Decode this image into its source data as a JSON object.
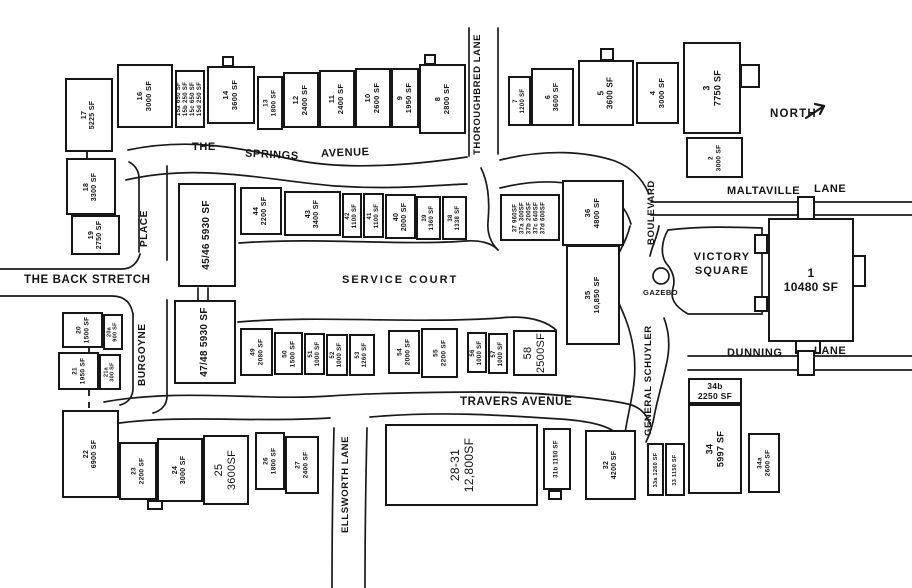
{
  "page": {
    "background": "#ffffff",
    "ink": "#161616",
    "description": "Site plan map of shopping village with numbered buildings and square footages"
  },
  "landmarks": {
    "north": "NORTH",
    "victory_square_lines": [
      "VICTORY",
      "SQUARE"
    ],
    "gazebo": "GAZEBO",
    "service_court": "SERVICE COURT"
  },
  "streets": [
    {
      "id": "springs-the",
      "label": "THE"
    },
    {
      "id": "springs",
      "label": "SPRINGS"
    },
    {
      "id": "springs-avenue",
      "label": "AVENUE"
    },
    {
      "id": "thoroughbred-lane",
      "label": "THOROUGHBRED LANE"
    },
    {
      "id": "maltaville",
      "label": "MALTAVILLE"
    },
    {
      "id": "maltaville-lane",
      "label": "LANE"
    },
    {
      "id": "the-back-stretch",
      "label": "THE BACK STRETCH"
    },
    {
      "id": "burgoyne-place",
      "label": "PLACE"
    },
    {
      "id": "burgoyne",
      "label": "BURGOYNE"
    },
    {
      "id": "boulevard",
      "label": "BOULEVARD"
    },
    {
      "id": "general-schuyler",
      "label": "GENERAL SCHUYLER"
    },
    {
      "id": "dunning",
      "label": "DUNNING"
    },
    {
      "id": "dunning-lane",
      "label": "LANE"
    },
    {
      "id": "travers-avenue",
      "label": "TRAVERS AVENUE"
    },
    {
      "id": "ellsworth-lane",
      "label": "ELLSWORTH LANE"
    }
  ],
  "buildings": [
    {
      "id": "17",
      "lines": [
        "17",
        "5225 SF"
      ]
    },
    {
      "id": "16",
      "lines": [
        "16",
        "3000 SF"
      ]
    },
    {
      "id": "15",
      "lines": [
        "15a 650 SF",
        "15b 250 SF",
        "15c 650 SF",
        "15d 250 SF"
      ]
    },
    {
      "id": "14",
      "lines": [
        "14",
        "3600 SF"
      ]
    },
    {
      "id": "13",
      "lines": [
        "13",
        "1800 SF"
      ]
    },
    {
      "id": "12",
      "lines": [
        "12",
        "2400 SF"
      ]
    },
    {
      "id": "11",
      "lines": [
        "11",
        "2400 SF"
      ]
    },
    {
      "id": "10",
      "lines": [
        "10",
        "2600 SF"
      ]
    },
    {
      "id": "9",
      "lines": [
        "9",
        "1950 SF"
      ]
    },
    {
      "id": "8",
      "lines": [
        "8",
        "2800 SF"
      ]
    },
    {
      "id": "7",
      "lines": [
        "7",
        "1200 SF"
      ]
    },
    {
      "id": "6",
      "lines": [
        "6",
        "3600 SF"
      ]
    },
    {
      "id": "5",
      "lines": [
        "5",
        "3600 SF"
      ]
    },
    {
      "id": "4",
      "lines": [
        "4",
        "3000 SF"
      ]
    },
    {
      "id": "3",
      "lines": [
        "3",
        "7750 SF"
      ]
    },
    {
      "id": "2",
      "lines": [
        "2",
        "3000 SF"
      ]
    },
    {
      "id": "18",
      "lines": [
        "18",
        "3300 SF"
      ]
    },
    {
      "id": "19",
      "lines": [
        "19",
        "2750 SF"
      ]
    },
    {
      "id": "20",
      "lines": [
        "20",
        "1500 SF"
      ]
    },
    {
      "id": "20a",
      "lines": [
        "20a",
        "900 SF"
      ]
    },
    {
      "id": "21",
      "lines": [
        "21",
        "1950 SF"
      ]
    },
    {
      "id": "21a",
      "lines": [
        "21a",
        "300 SF"
      ]
    },
    {
      "id": "22",
      "lines": [
        "22",
        "6900 SF"
      ]
    },
    {
      "id": "23",
      "lines": [
        "23",
        "2200 SF"
      ]
    },
    {
      "id": "24",
      "lines": [
        "24",
        "3000 SF"
      ]
    },
    {
      "id": "25",
      "lines": [
        "25",
        "3600SF"
      ]
    },
    {
      "id": "26",
      "lines": [
        "26",
        "1800 SF"
      ]
    },
    {
      "id": "27",
      "lines": [
        "27",
        "2400 SF"
      ]
    },
    {
      "id": "45-46",
      "lines": [
        "45/46 5930 SF"
      ]
    },
    {
      "id": "44",
      "lines": [
        "44",
        "2200 SF"
      ]
    },
    {
      "id": "43",
      "lines": [
        "43",
        "3400 SF"
      ]
    },
    {
      "id": "42",
      "lines": [
        "42",
        "1100 SF"
      ]
    },
    {
      "id": "41",
      "lines": [
        "41",
        "1100 SF"
      ]
    },
    {
      "id": "40",
      "lines": [
        "40",
        "2000 SF"
      ]
    },
    {
      "id": "39",
      "lines": [
        "39",
        "1360 SF"
      ]
    },
    {
      "id": "38",
      "lines": [
        "38",
        "1338 SF"
      ]
    },
    {
      "id": "37",
      "lines": [
        "37  960SF",
        "37a 300SF",
        "37b 200SF",
        "37c 640SF",
        "37d 600SF"
      ]
    },
    {
      "id": "36",
      "lines": [
        "36",
        "4800 SF"
      ]
    },
    {
      "id": "47-48",
      "lines": [
        "47/48 5930 SF"
      ]
    },
    {
      "id": "49",
      "lines": [
        "49",
        "2080 SF"
      ]
    },
    {
      "id": "50",
      "lines": [
        "50",
        "1500 SF"
      ]
    },
    {
      "id": "51",
      "lines": [
        "51",
        "1000 SF"
      ]
    },
    {
      "id": "52",
      "lines": [
        "52",
        "1000 SF"
      ]
    },
    {
      "id": "53",
      "lines": [
        "53",
        "1260 SF"
      ]
    },
    {
      "id": "54",
      "lines": [
        "54",
        "2000 SF"
      ]
    },
    {
      "id": "55",
      "lines": [
        "55",
        "2200 SF"
      ]
    },
    {
      "id": "56",
      "lines": [
        "56",
        "1000 SF"
      ]
    },
    {
      "id": "57",
      "lines": [
        "57",
        "1000 SF"
      ]
    },
    {
      "id": "58",
      "lines": [
        "58",
        "2500SF"
      ]
    },
    {
      "id": "35",
      "lines": [
        "35",
        "10,850 SF"
      ]
    },
    {
      "id": "1",
      "lines": [
        "1",
        "10480 SF"
      ]
    },
    {
      "id": "28-31",
      "lines": [
        "28-31",
        "12,800SF"
      ]
    },
    {
      "id": "31b",
      "lines": [
        "31b 1150 SF"
      ]
    },
    {
      "id": "32",
      "lines": [
        "32",
        "4200 SF"
      ]
    },
    {
      "id": "33a",
      "lines": [
        "33a 1260 SF"
      ]
    },
    {
      "id": "33",
      "lines": [
        "33 1150 SF"
      ]
    },
    {
      "id": "34b",
      "lines": [
        "34b",
        "2250 SF"
      ]
    },
    {
      "id": "34",
      "lines": [
        "34",
        "5997 SF"
      ]
    },
    {
      "id": "34a",
      "lines": [
        "34a",
        "2600 SF"
      ]
    }
  ]
}
